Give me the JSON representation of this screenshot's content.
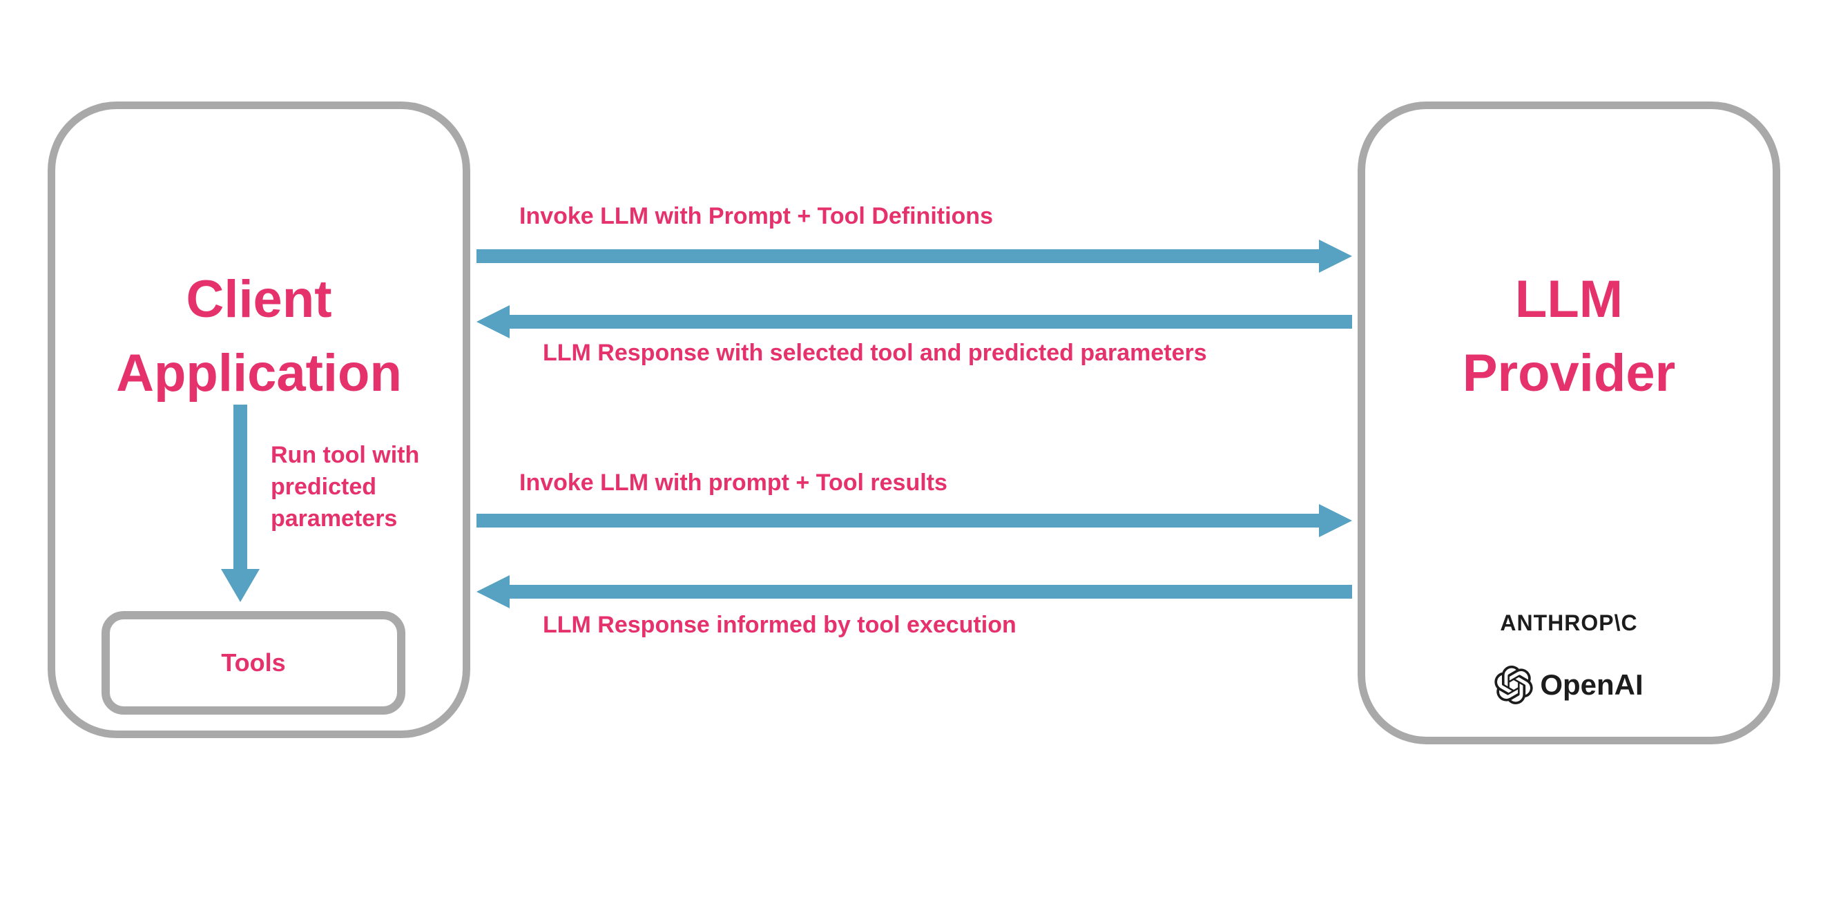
{
  "colors": {
    "accent_pink": "#e5326d",
    "arrow_blue": "#57a1c2",
    "box_border_gray": "#a9a9a9",
    "logo_black": "#1c1c1c"
  },
  "client": {
    "title_lines": [
      "Client",
      "Application"
    ],
    "run_tool_note_lines": [
      "Run tool with",
      "predicted",
      "parameters"
    ],
    "tools_label": "Tools"
  },
  "provider": {
    "title_lines": [
      "LLM",
      "Provider"
    ],
    "logos": {
      "anthropic": "ANTHROP\\C",
      "openai": "OpenAI"
    }
  },
  "messages": [
    {
      "label": "Invoke LLM with Prompt + Tool Definitions",
      "direction": "right"
    },
    {
      "label": "LLM Response with selected tool and predicted parameters",
      "direction": "left"
    },
    {
      "label": "Invoke LLM with prompt + Tool results",
      "direction": "right"
    },
    {
      "label": "LLM Response informed by tool execution",
      "direction": "left"
    }
  ]
}
